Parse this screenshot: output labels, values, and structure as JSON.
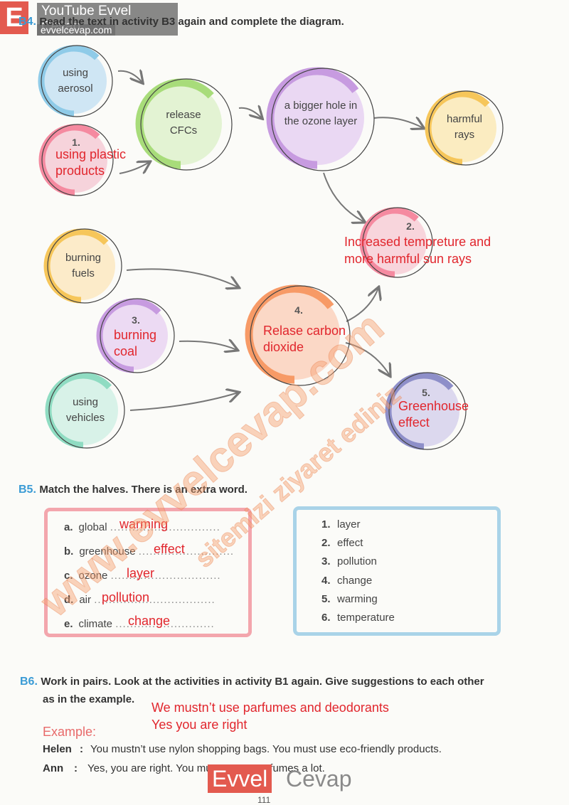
{
  "header": {
    "logo_letter": "E",
    "title": "YouTube Evvel Cevap",
    "url": "evvelcevap.com"
  },
  "b4": {
    "label": "B4.",
    "instruction": "Read the text in activity B3 again and complete the diagram.",
    "nodes": {
      "aerosol": "using aerosol",
      "plastic_num": "1.",
      "plastic": "using plastic products",
      "cfcs": "release CFCs",
      "hole": "a bigger hole in the ozone layer",
      "harmful": "harmful rays",
      "temp_num": "2.",
      "temp": "Increased tempreture and more harmful sun rays",
      "fuels": "burning fuels",
      "coal_num": "3.",
      "coal": "burning coal",
      "carbon_num": "4.",
      "carbon": "Relase carbon dioxide",
      "vehicles": "using vehicles",
      "greenhouse_num": "5.",
      "greenhouse": "Greenhouse effect"
    }
  },
  "b5": {
    "label": "B5.",
    "instruction": "Match the halves. There is an extra word.",
    "left": [
      {
        "letter": "a.",
        "text": "global",
        "answer": "warming"
      },
      {
        "letter": "b.",
        "text": "greenhouse",
        "answer": "effect"
      },
      {
        "letter": "c.",
        "text": "ozone",
        "answer": "layer"
      },
      {
        "letter": "d.",
        "text": "air",
        "answer": "pollution"
      },
      {
        "letter": "e.",
        "text": "climate",
        "answer": "change"
      }
    ],
    "right": [
      {
        "num": "1.",
        "text": "layer"
      },
      {
        "num": "2.",
        "text": "effect"
      },
      {
        "num": "3.",
        "text": "pollution"
      },
      {
        "num": "4.",
        "text": "change"
      },
      {
        "num": "5.",
        "text": "warming"
      },
      {
        "num": "6.",
        "text": "temperature"
      }
    ]
  },
  "b6": {
    "label": "B6.",
    "instruction_line1": "Work in pairs. Look at the activities in activity B1 again. Give suggestions to each other",
    "instruction_line2": "as in the example.",
    "answer_line1": "We mustn’t use parfumes and deodorants",
    "answer_line2": "Yes you are right",
    "example_label": "Example:",
    "dialog": [
      {
        "speaker": "Helen",
        "sep": ":",
        "text": "You mustn’t use nylon shopping bags. You must use eco-friendly products."
      },
      {
        "speaker": "Ann",
        "sep": ":",
        "text": "Yes, you are right. You mustn’t use perfumes a lot."
      }
    ]
  },
  "watermarks": {
    "main": "www.evvelcevap.com",
    "sub": "sitemizi ziyaret ediniz"
  },
  "footer": {
    "brand_left": "Evvel",
    "brand_right": "Cevap",
    "page_number": "111"
  },
  "colors": {
    "red": "#e1262d",
    "blue": "#3a9bd5",
    "blue_ring": "#8fcbe8",
    "green_ring": "#a8dc7a",
    "purple_ring": "#c79be0",
    "yellow_ring": "#f6c65a",
    "pink_ring": "#f58aa0",
    "orange_ring": "#f79a66",
    "teal_ring": "#8fdcc2",
    "slate_ring": "#8e8fc9"
  }
}
